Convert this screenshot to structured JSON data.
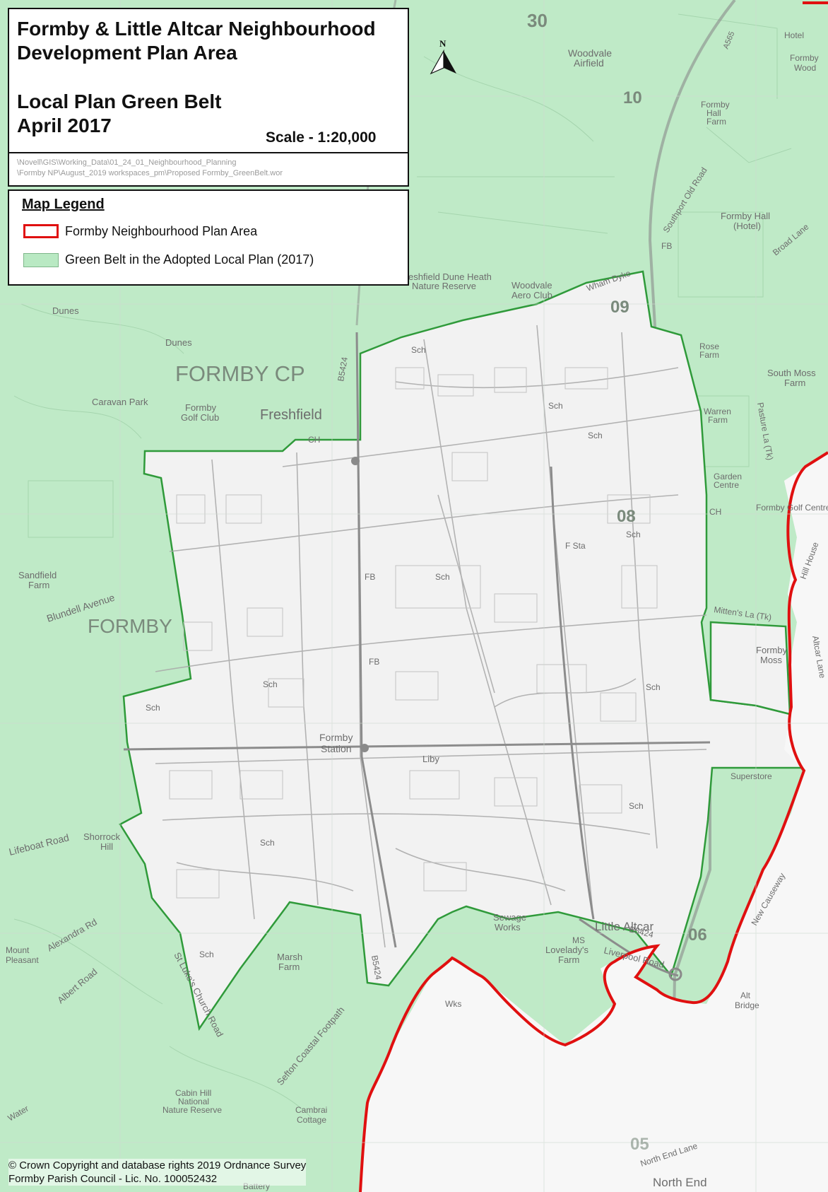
{
  "title": {
    "line1": "Formby & Little Altcar Neighbourhood",
    "line2": "Development Plan Area",
    "line3": "Local Plan Green Belt",
    "line4": "April 2017",
    "scale": "Scale - 1:20,000",
    "path1": "\\Novell\\GIS\\Working_Data\\01_24_01_Neighbourhood_Planning",
    "path2": "\\Formby NP\\August_2019 workspaces_pm\\Proposed Formby_GreenBelt.wor"
  },
  "legend": {
    "title": "Map Legend",
    "items": [
      {
        "label": "Formby Neighbourhood Plan Area",
        "color": "#e01010"
      },
      {
        "label": "Green Belt in the Adopted Local Plan (2017)",
        "color": "#b9e9c3"
      }
    ]
  },
  "north_arrow": "N",
  "copyright": {
    "line1": "© Crown Copyright and database rights 2019 Ordnance Survey",
    "line2": "Formby Parish Council - Lic. No. 100052432"
  },
  "colors": {
    "green_belt": "#bfeac7",
    "green_belt_outline": "#2f9a3a",
    "plan_area": "#e01010",
    "urban": "#f2f2f2"
  },
  "grid_numbers": {
    "g30": "30",
    "g10": "10",
    "g09": "09",
    "g08": "08",
    "g06": "06",
    "g05": "05"
  },
  "labels": {
    "woodvale_airfield_1": "Woodvale",
    "woodvale_airfield_2": "Airfield",
    "hotel": "Hotel",
    "formby_wood_1": "Formby",
    "formby_wood_2": "Wood",
    "formby_hall_1": "Formby",
    "formby_hall_2": "Hall",
    "formby_hall_3": "Farm",
    "formby_hall_hotel_1": "Formby Hall",
    "formby_hall_hotel_2": "(Hotel)",
    "southport_old_road": "Southport Old Road",
    "broad_lane": "Broad Lane",
    "freshfield_dune_1": "eshfield Dune Heath",
    "freshfield_dune_2": "Nature Reserve",
    "woodvale_aero_1": "Woodvale",
    "woodvale_aero_2": "Aero Club",
    "wham_dyke": "Wham Dyke",
    "dunes_1": "Dunes",
    "dunes_2": "Dunes",
    "formby_cp": "FORMBY CP",
    "b5424_a": "B5424",
    "caravan_park": "Caravan Park",
    "formby_golf_1": "Formby",
    "formby_golf_2": "Golf Club",
    "freshfield": "Freshfield",
    "rose_farm_1": "Rose",
    "rose_farm_2": "Farm",
    "south_moss_1": "South Moss",
    "south_moss_2": "Farm",
    "warren_farm_1": "Warren",
    "warren_farm_2": "Farm",
    "pasture_lane": "Pasture La (Tk)",
    "garden_centre_1": "Garden",
    "garden_centre_2": "Centre",
    "formby_golf_centre": "Formby Golf Centre",
    "sandfield_1": "Sandfield",
    "sandfield_2": "Farm",
    "blundell_avenue": "Blundell Avenue",
    "formby": "FORMBY",
    "mittens_lane": "Mitten's La (Tk)",
    "formby_moss_1": "Formby",
    "formby_moss_2": "Moss",
    "formby_station_1": "Formby",
    "formby_station_2": "Station",
    "liby": "Liby",
    "superstore": "Superstore",
    "lifeboat_road": "Lifeboat Road",
    "shorrock_hill_1": "Shorrock",
    "shorrock_hill_2": "Hill",
    "sewage_works_1": "Sewage",
    "sewage_works_2": "Works",
    "little_altcar": "Little Altcar",
    "lovelady_1": "MS",
    "lovelady_2": "Lovelady's",
    "lovelady_3": "Farm",
    "liverpool_road": "Liverpool Road",
    "b5424_b": "B5424",
    "alexandra_road": "Alexandra Rd",
    "albert_road": "Albert Road",
    "mount_pleasant_1": "Mount",
    "mount_pleasant_2": "Pleasant",
    "st_lukes": "St Luke's Church Road",
    "marsh_farm_1": "Marsh",
    "marsh_farm_2": "Farm",
    "b5424_c": "B5424",
    "wks": "Wks",
    "sefton_coastal": "Sefton Coastal Footpath",
    "cabin_hill_1": "Cabin Hill",
    "cabin_hill_2": "National",
    "cabin_hill_3": "Nature Reserve",
    "cambrai_1": "Cambrai",
    "cambrai_2": "Cottage",
    "water": "Water",
    "battery": "Battery",
    "north_end_lane": "North End Lane",
    "north_end": "North End",
    "alt_bridge_1": "Alt",
    "alt_bridge_2": "Bridge",
    "new_causeway": "New Causeway",
    "hill_house": "Hill House",
    "altcar_lane": "Altcar Lane",
    "sch_1": "Sch",
    "sch_2": "Sch",
    "sch_3": "Sch",
    "sch_4": "Sch",
    "sch_5": "Sch",
    "sch_6": "Sch",
    "sch_7": "Sch",
    "sch_8": "Sch",
    "sch_9": "Sch",
    "sch_10": "Sch",
    "sch_11": "Sch",
    "fsta": "F Sta",
    "fb_1": "FB",
    "fb_2": "FB",
    "fb_3": "FB",
    "ch_1": "CH",
    "ch_2": "CH",
    "a565": "A565"
  }
}
